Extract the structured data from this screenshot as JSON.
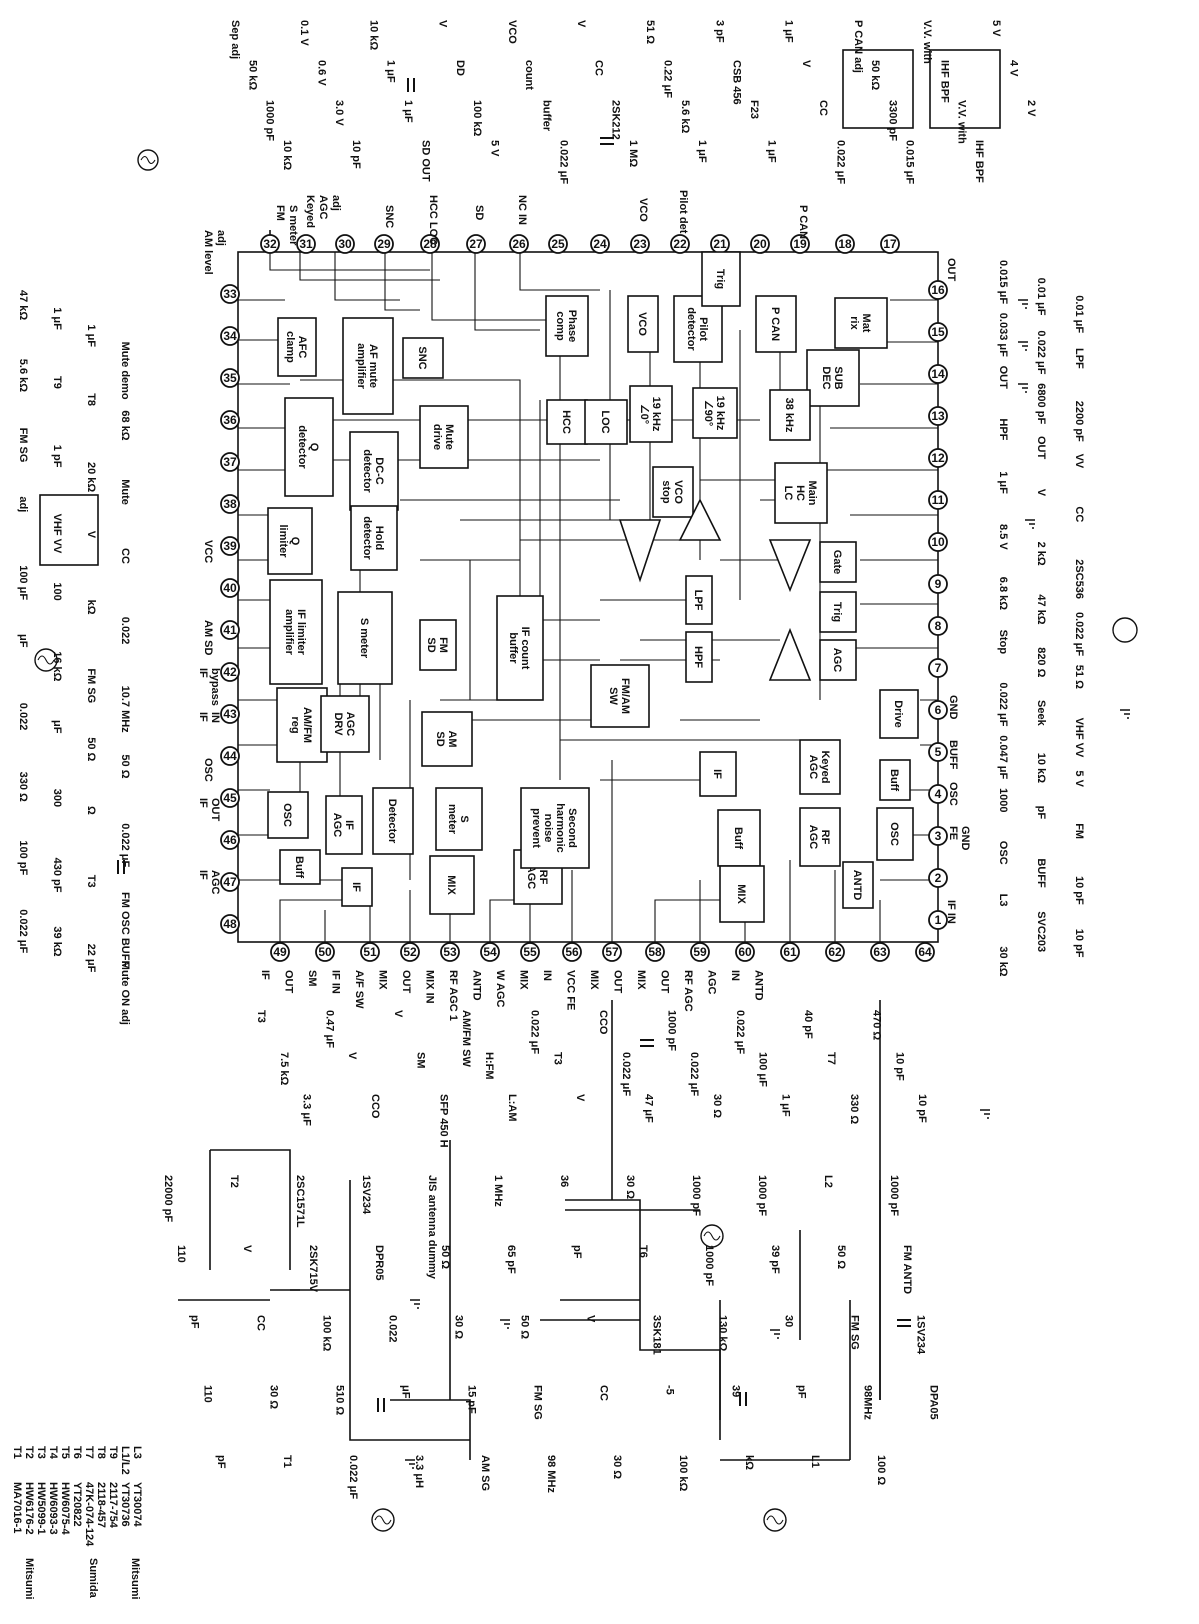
{
  "pins": {
    "top": [
      "32",
      "31",
      "30",
      "29",
      "28",
      "27",
      "26",
      "25",
      "24",
      "23",
      "22",
      "21",
      "20",
      "19",
      "18",
      "17"
    ],
    "right": [
      "16",
      "15",
      "14",
      "13",
      "12",
      "11",
      "10",
      "9",
      "8",
      "7",
      "6",
      "5",
      "4",
      "3",
      "2",
      "1"
    ],
    "bottom": [
      "49",
      "50",
      "51",
      "52",
      "53",
      "54",
      "55",
      "56",
      "57",
      "58",
      "59",
      "60",
      "61",
      "62",
      "63",
      "64"
    ],
    "left": [
      "33",
      "34",
      "35",
      "36",
      "37",
      "38",
      "39",
      "40",
      "41",
      "42",
      "43",
      "44",
      "45",
      "46",
      "47",
      "48"
    ]
  },
  "blocks": [
    [
      "AFC",
      "clamp"
    ],
    [
      "AF mute",
      "amplifier"
    ],
    [
      "SNC"
    ],
    [
      "Q",
      "detector"
    ],
    [
      "DC-C",
      "detector"
    ],
    [
      "Mute",
      "drive"
    ],
    [
      "Q",
      "limiter"
    ],
    [
      "Hold",
      "detector"
    ],
    [
      "IF limiter",
      "amplifier"
    ],
    [
      "S meter"
    ],
    [
      "FM",
      "SD"
    ],
    [
      "IF count",
      "buffer"
    ],
    [
      "AM/FM",
      "reg"
    ],
    [
      "AGC",
      "DRV"
    ],
    [
      "AM",
      "SD"
    ],
    [
      "FM/AM",
      "SW"
    ],
    [
      "OSC"
    ],
    [
      "IF",
      "AGC"
    ],
    [
      "Detector"
    ],
    [
      "S",
      "meter"
    ],
    [
      "Buff"
    ],
    [
      "IF"
    ],
    [
      "MIX"
    ],
    [
      "RF",
      "AGC"
    ],
    [
      "Second",
      "harmonic",
      "noise",
      "prevent"
    ],
    [
      "Phase",
      "comp"
    ],
    [
      "VCO"
    ],
    [
      "Pilot",
      "detector"
    ],
    [
      "Trig"
    ],
    [
      "P CAN"
    ],
    [
      "Mat",
      "rix"
    ],
    [
      "SUB",
      "DEC"
    ],
    [
      "HCC"
    ],
    [
      "LOC"
    ],
    [
      "19 kHz",
      "∠0°"
    ],
    [
      "19 kHz",
      "∠90°"
    ],
    [
      "38 kHz"
    ],
    [
      "VCO",
      "stop"
    ],
    [
      "Main",
      "HC",
      "LC"
    ],
    [
      "LPF"
    ],
    [
      "HPF"
    ],
    [
      "Gate"
    ],
    [
      "Trig"
    ],
    [
      "AGC"
    ],
    [
      "Drive"
    ],
    [
      "IF"
    ],
    [
      "Keyed",
      "AGC"
    ],
    [
      "Buff"
    ],
    [
      "RF",
      "AGC"
    ],
    [
      "OSC"
    ],
    [
      "Buff"
    ],
    [
      "MIX"
    ],
    [
      "ANTD"
    ],
    [
      "Buff"
    ]
  ],
  "pin_labels": {
    "top": [
      "FM",
      "S meter",
      "Keyed",
      "AGC",
      "adj",
      "SNC",
      "HCC LOC",
      "SD",
      "NC IN",
      "VCO",
      "Pilot det",
      "P CAN"
    ],
    "right": [
      "OUT",
      "GND",
      "BUFF",
      "OSC",
      "FE",
      "GND",
      "IF IN"
    ],
    "bottom": [
      "IF",
      "OUT",
      "SM",
      "IF IN",
      "A/F SW",
      "MIX",
      "OUT",
      "MIX IN",
      "RF AGC 1",
      "ANTD",
      "W AGC",
      "MIX",
      "IN",
      "VCC FE",
      "MIX",
      "OUT",
      "MIX",
      "OUT",
      "RF AGC",
      "AGC",
      "IN",
      "ANTD"
    ],
    "left": [
      "AM level",
      "adj",
      "VCC",
      "AM SD",
      "IF",
      "bypass",
      "IF",
      "IN",
      "OSC",
      "IF",
      "OUT",
      "IF",
      "AGC"
    ]
  },
  "external": {
    "top": [
      "Sep adj",
      "50 kΩ",
      "1000 pF",
      "10 kΩ",
      "0.1 V",
      "0.6 V",
      "3.0 V",
      "10 pF",
      "10 kΩ",
      "1 μF",
      "1 μF",
      "SD OUT",
      "V",
      "DD",
      "100 kΩ",
      "5 V",
      "VCO",
      "count",
      "buffer",
      "0.022 μF",
      "V",
      "CC",
      "2SK212",
      "1 MΩ",
      "51 Ω",
      "0.22 μF",
      "5.6 kΩ",
      "1 μF",
      "3 pF",
      "CSB 456",
      "F23",
      "1 μF",
      "1 μF",
      "V",
      "CC",
      "0.022 μF",
      "P CAN adj",
      "50 kΩ",
      "3300 pF",
      "0.015 μF",
      "V.V. with",
      "IHF BPF",
      "V.V. with",
      "IHF BPF",
      "5 V",
      "4 V",
      "2 V"
    ],
    "right": [
      "0.015 μF",
      "0.01 μF",
      "0.01 μF",
      "0.033 μF",
      "0.022 μF",
      "LPF",
      "OUT",
      "6800 pF",
      "2200 pF",
      "HPF",
      "OUT",
      "VV",
      "1 μF",
      "V",
      "CC",
      "8.5 V",
      "2 kΩ",
      "2SC536",
      "6.8 kΩ",
      "47 kΩ",
      "0.022 μF",
      "Stop",
      "820 Ω",
      "51 Ω",
      "0.022 μF",
      "Seek",
      "VHF VV",
      "0.047 μF",
      "10 kΩ",
      "5 V",
      "1000",
      "pF",
      "FM",
      "OSC",
      "BUFF",
      "10 pF",
      "L3",
      "SVC203",
      "10 pF",
      "30 kΩ"
    ],
    "left": [
      "47 kΩ",
      "1 μF",
      "1 μF",
      "Mute demo",
      "5.6 kΩ",
      "T9",
      "T8",
      "68 kΩ",
      "FM SG",
      "1 pF",
      "20 kΩ",
      "Mute",
      "adj",
      "VHF VV",
      "V",
      "CC",
      "100 μF",
      "100",
      "kΩ",
      "0.022",
      "μF",
      "16 kΩ",
      "FM SG",
      "10.7 MHz",
      "0.022",
      "μF",
      "50 Ω",
      "50 Ω",
      "330 Ω",
      "300",
      "Ω",
      "0.022 μF",
      "100 pF",
      "430 pF",
      "T3",
      "FM OSC BUFF",
      "0.022 μF",
      "39 kΩ",
      "22 μF",
      "Mute ON adj"
    ],
    "bottom": [
      "T3",
      "7.5 kΩ",
      "3.3 μF",
      "0.47 μF",
      "V",
      "CCO",
      "V",
      "SM",
      "SFP 450 H",
      "AM/FM SW",
      "H:FM",
      "L:AM",
      "0.022 μF",
      "T3",
      "V",
      "CCO",
      "0.022 μF",
      "47 μF",
      "1000 pF",
      "0.022 μF",
      "30 Ω",
      "0.022 μF",
      "100 μF",
      "1 μF",
      "40 pF",
      "T7",
      "330 Ω",
      "470 Ω",
      "10 pF",
      "10 pF"
    ],
    "front_end": [
      "22000 pF",
      "110",
      "pF",
      "110",
      "pF",
      "T2",
      "V",
      "CC",
      "30 Ω",
      "T1",
      "2SC1571L",
      "2SK715V",
      "100 kΩ",
      "510 Ω",
      "0.022 μF",
      "1SV234",
      "DPR05",
      "0.022",
      "μF",
      "3.3 μH",
      "JIS antenna dummy",
      "50 Ω",
      "30 Ω",
      "15 pF",
      "AM SG",
      "1 MHz",
      "65 pF",
      "50 Ω",
      "FM SG",
      "98 MHz",
      "36",
      "pF",
      "V",
      "CC",
      "30 Ω",
      "30 Ω",
      "T6",
      "3SK181",
      "-5",
      "100 kΩ",
      "1000 pF",
      "1000 pF",
      "130 kΩ",
      "39",
      "kΩ",
      "1000 pF",
      "39 pF",
      "30",
      "pF",
      "L1",
      "L2",
      "50 Ω",
      "FM SG",
      "98MHz",
      "100 Ω",
      "1000 pF",
      "FM ANTD",
      "1SV234",
      "DPA05"
    ]
  },
  "legend": [
    [
      "T1",
      "MA7016-1"
    ],
    [
      "T2",
      "HW6176-2"
    ],
    [
      "T3",
      "HW5099-1"
    ],
    [
      "T4",
      "HW6093-3"
    ],
    [
      "T5",
      "HW6075-4"
    ],
    [
      "T6",
      "YT20822"
    ],
    [
      "T7",
      "47K-074-124"
    ],
    [
      "T8",
      "2118-457"
    ],
    [
      "T9",
      "2117-754"
    ],
    [
      "L1/L2",
      "YT30736"
    ],
    [
      "L3",
      "YT30074"
    ]
  ],
  "legend_makers": [
    "Mitsumi",
    "Sumida",
    "Mitsumi"
  ]
}
